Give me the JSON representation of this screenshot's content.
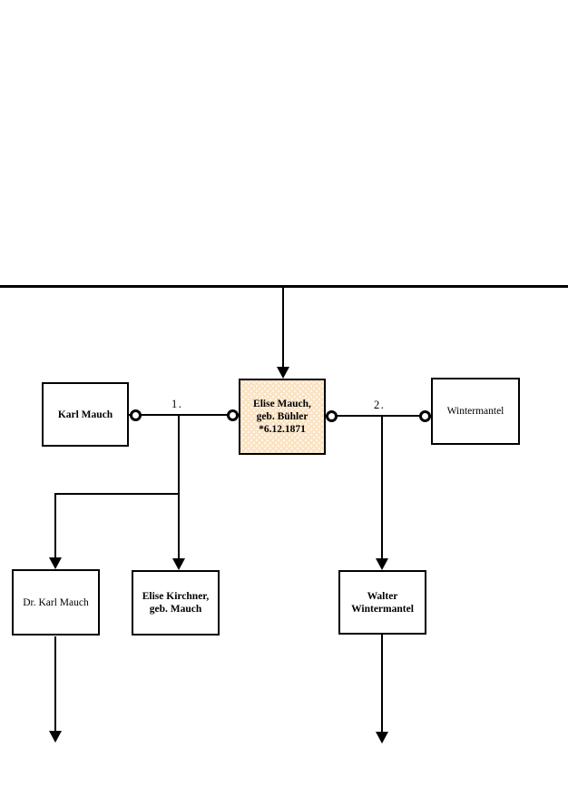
{
  "diagram": {
    "type": "family-tree",
    "colors": {
      "line": "#000000",
      "box_border": "#000000",
      "box_fill": "#ffffff",
      "highlight_fill": "#fbe3c3",
      "highlight_dots": "#ffffff"
    },
    "persons": {
      "karl_mauch": {
        "label": "Karl Mauch"
      },
      "elise_mauch": {
        "line1": "Elise Mauch,",
        "line2": "geb. Bühler",
        "line3": "*6.12.1871"
      },
      "wintermantel": {
        "label": "Wintermantel"
      },
      "dr_karl_mauch": {
        "label": "Dr. Karl Mauch"
      },
      "elise_kirchner": {
        "line1": "Elise Kirchner,",
        "line2": "geb. Mauch"
      },
      "walter_wintermantel": {
        "line1": "Walter",
        "line2": "Wintermantel"
      }
    },
    "marriages": {
      "first_label": "1.",
      "second_label": "2."
    }
  }
}
